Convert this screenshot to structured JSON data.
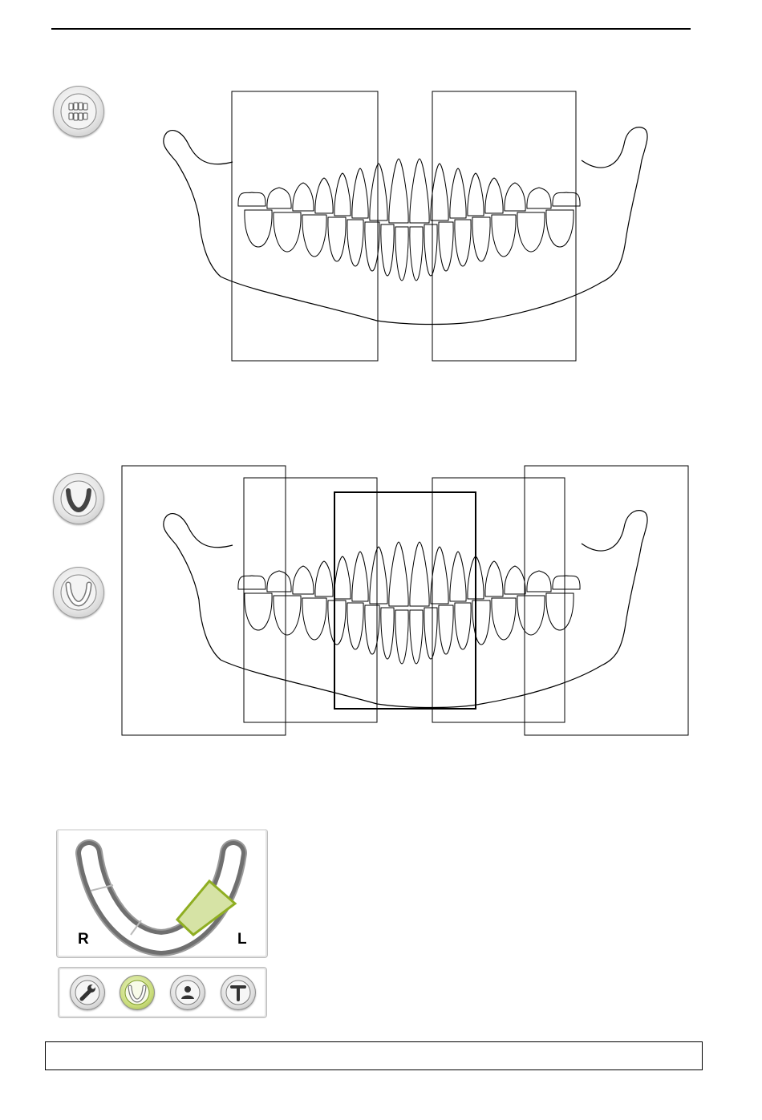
{
  "diagram1": {
    "mode_icon": "bitewing-teeth-icon",
    "regions": 2
  },
  "diagram2": {
    "mode_icons": [
      "panoramic-arch-icon",
      "segmented-arch-icon"
    ],
    "regions": 5
  },
  "panel": {
    "label_right": "R",
    "label_left": "L",
    "accent": "#9bbf2a",
    "buttons": [
      {
        "icon": "wrench-icon",
        "active": false
      },
      {
        "icon": "segmented-arch-icon",
        "active": true
      },
      {
        "icon": "patient-icon",
        "active": false
      },
      {
        "icon": "t-icon",
        "active": false
      }
    ]
  },
  "footer": {
    "text": ""
  }
}
